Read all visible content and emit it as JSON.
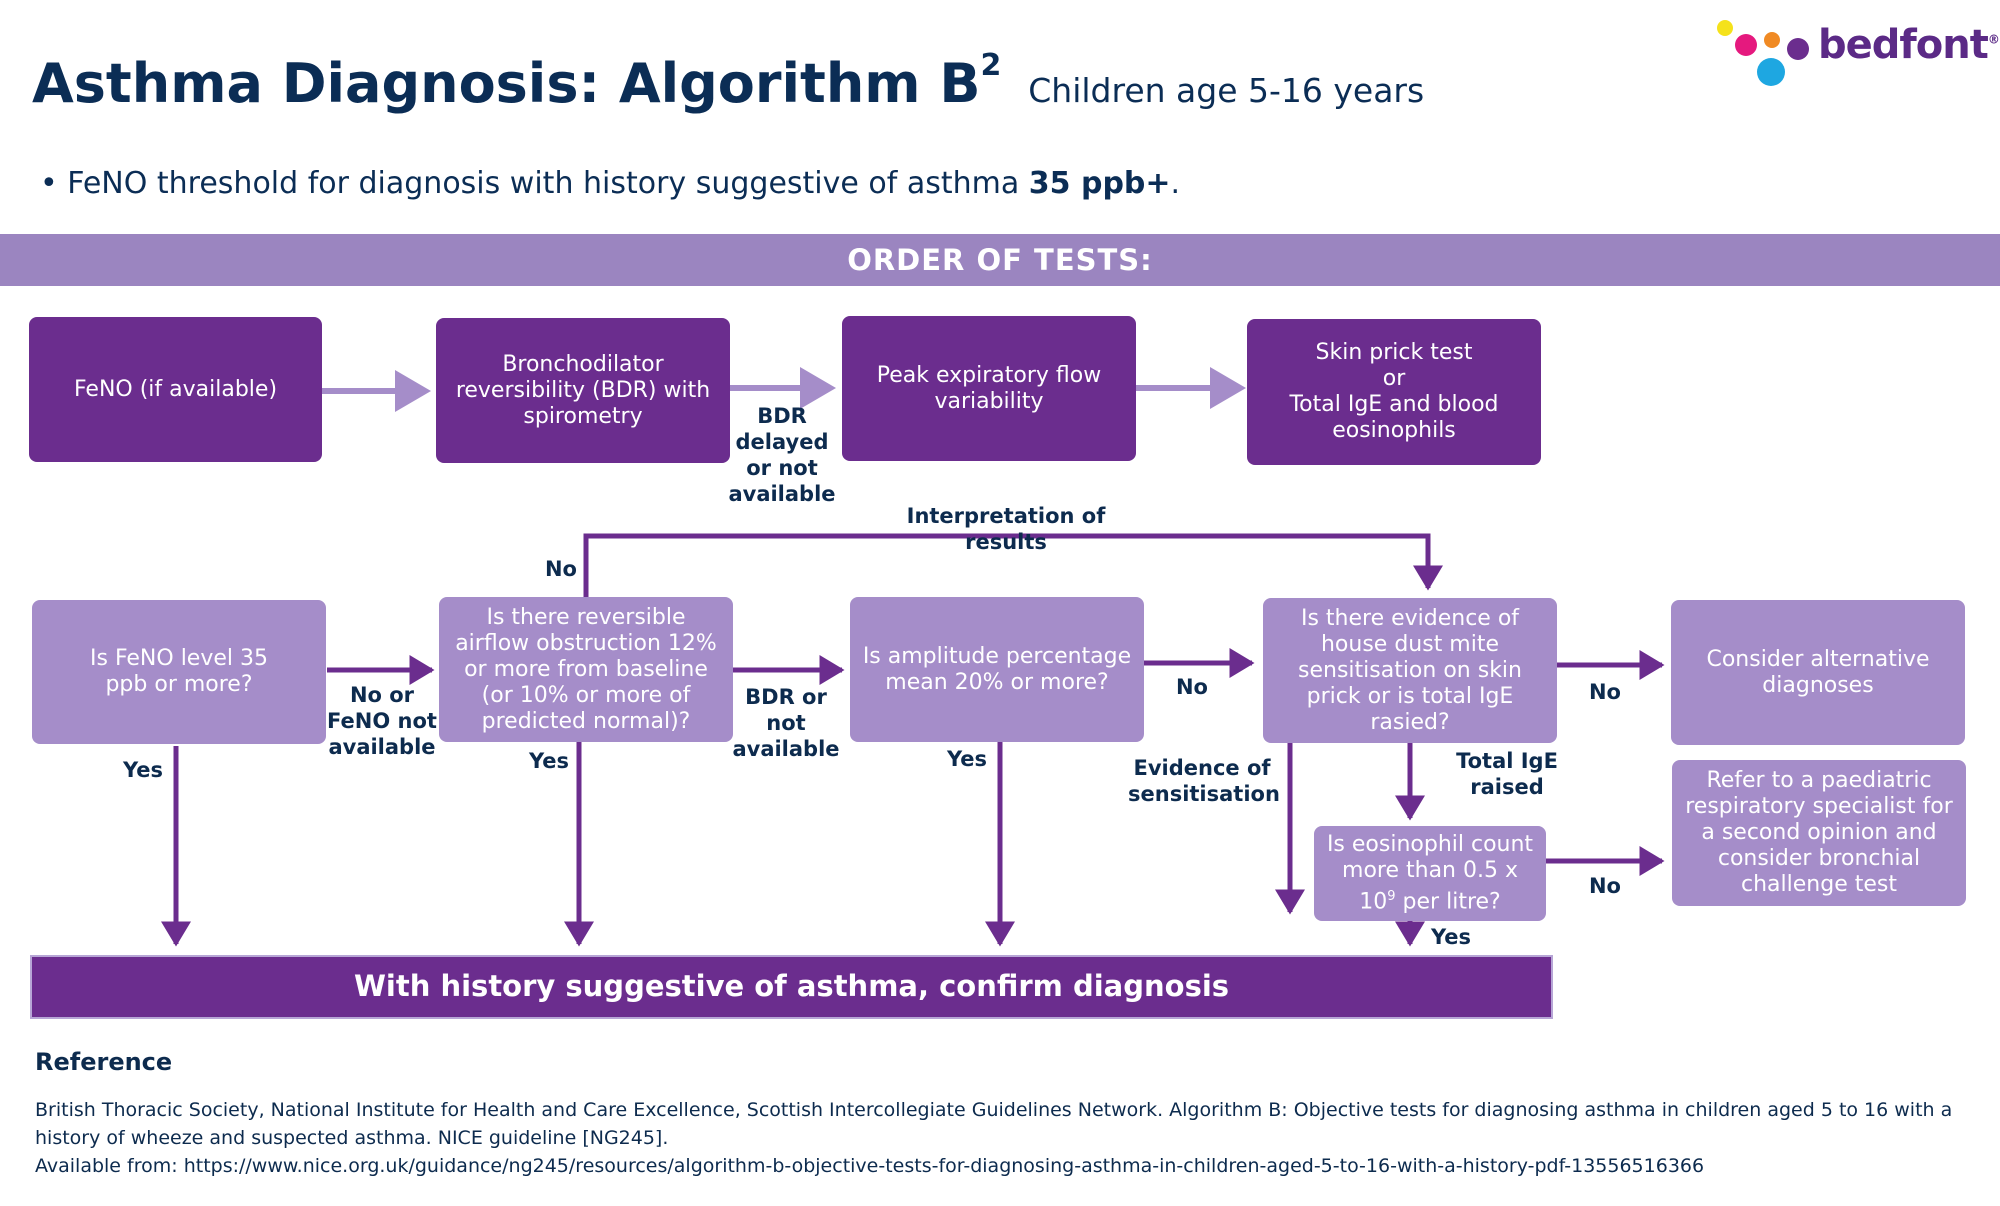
{
  "header": {
    "title": "Asthma Diagnosis: Algorithm B",
    "title_sup": "2",
    "subtitle": "Children age 5-16 years",
    "bullet_prefix": "FeNO threshold for diagnosis with history suggestive of asthma",
    "bullet_bold": "35 ppb+",
    "bullet_suffix": "."
  },
  "logo": {
    "text": "bedfont",
    "mark": "®"
  },
  "banner": {
    "label": "ORDER OF TESTS:"
  },
  "tests": {
    "feno": "FeNO (if available)",
    "bdr": "Bronchodilator reversibility (BDR) with spirometry",
    "pef": "Peak expiratory flow variability",
    "skin": [
      "Skin prick test",
      "or",
      "Total IgE and blood eosinophils"
    ]
  },
  "questions": {
    "feno_level": "Is FeNO level 35 ppb or more?",
    "reversible": "Is there reversible airflow obstruction 12% or more from baseline (or 10% or more of predicted normal)?",
    "amplitude": "Is amplitude percentage mean 20% or more?",
    "house_dust": "Is there evidence of house dust mite sensitisation on skin prick or is total IgE rasied?",
    "alternative": "Consider alternative diagnoses",
    "eosinophil_pre": "Is eosinophil count more than 0.5 x 10",
    "eosinophil_sup": "9",
    "eosinophil_post": " per litre?",
    "refer": "Refer to a paediatric respiratory specialist for a second opinion and consider bronchial challenge test"
  },
  "labels": {
    "bdr_delayed": "BDR delayed or not available",
    "interpretation": "Interpretation of results",
    "no_top": "No",
    "no_feno": "No or FeNO not available",
    "bdr_not": "BDR or not available",
    "no_amp": "No",
    "no_dust": "No",
    "no_eos": "No",
    "yes_feno": "Yes",
    "yes_rev": "Yes",
    "yes_amp": "Yes",
    "yes_eos": "Yes",
    "evidence": "Evidence of sensitisation",
    "ige_raised": "Total IgE raised"
  },
  "confirm": {
    "label": "With history suggestive of asthma, confirm diagnosis"
  },
  "reference": {
    "heading": "Reference",
    "line1": "British Thoracic Society, National Institute for Health and Care Excellence, Scottish Intercollegiate Guidelines Network. Algorithm B: Objective tests for diagnosing asthma in children aged 5 to 16 with a history of wheeze and suspected asthma. NICE guideline [NG245].",
    "line2": "Available from: https://www.nice.org.uk/guidance/ng245/resources/algorithm-b-objective-tests-for-diagnosing-asthma-in-children-aged-5-to-16-with-a-history-pdf-13556516366"
  },
  "colors": {
    "dark_purple": "#6b2d8e",
    "light_purple": "#a58dc9",
    "banner": "#9b85c0",
    "arrow_light": "#a58dc9",
    "arrow_dark": "#6b2d8e",
    "navy": "#0b2d55"
  }
}
